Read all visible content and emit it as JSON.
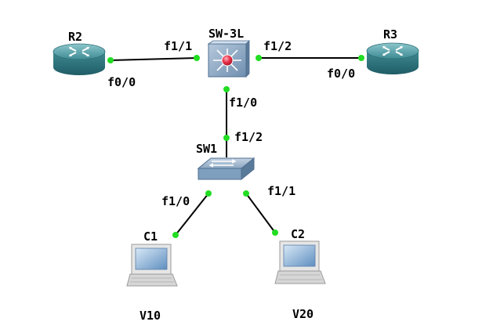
{
  "nodes": {
    "r2": {
      "label": "R2",
      "type": "router"
    },
    "r3": {
      "label": "R3",
      "type": "router"
    },
    "sw3l": {
      "label": "SW-3L",
      "type": "multilayer-switch"
    },
    "sw1": {
      "label": "SW1",
      "type": "switch"
    },
    "c1": {
      "label": "C1",
      "type": "pc",
      "vlan": "V10"
    },
    "c2": {
      "label": "C2",
      "type": "pc",
      "vlan": "V20"
    }
  },
  "links": [
    {
      "from": "R2",
      "from_port": "f0/0",
      "to": "SW-3L",
      "to_port": "f1/1"
    },
    {
      "from": "SW-3L",
      "from_port": "f1/2",
      "to": "R3",
      "to_port": "f0/0"
    },
    {
      "from": "SW-3L",
      "from_port": "f1/0",
      "to": "SW1",
      "to_port": "f1/2"
    },
    {
      "from": "SW1",
      "from_port": "f1/0",
      "to": "C1",
      "to_port": ""
    },
    {
      "from": "SW1",
      "from_port": "f1/1",
      "to": "C2",
      "to_port": ""
    }
  ],
  "colors": {
    "port_dot": "#22dd22",
    "link": "#000000",
    "router_top": "#6aaeb4",
    "router_body": "#3f8a93",
    "switch_face": "#7f9fbf",
    "sw3l_center": "#e8304a"
  }
}
